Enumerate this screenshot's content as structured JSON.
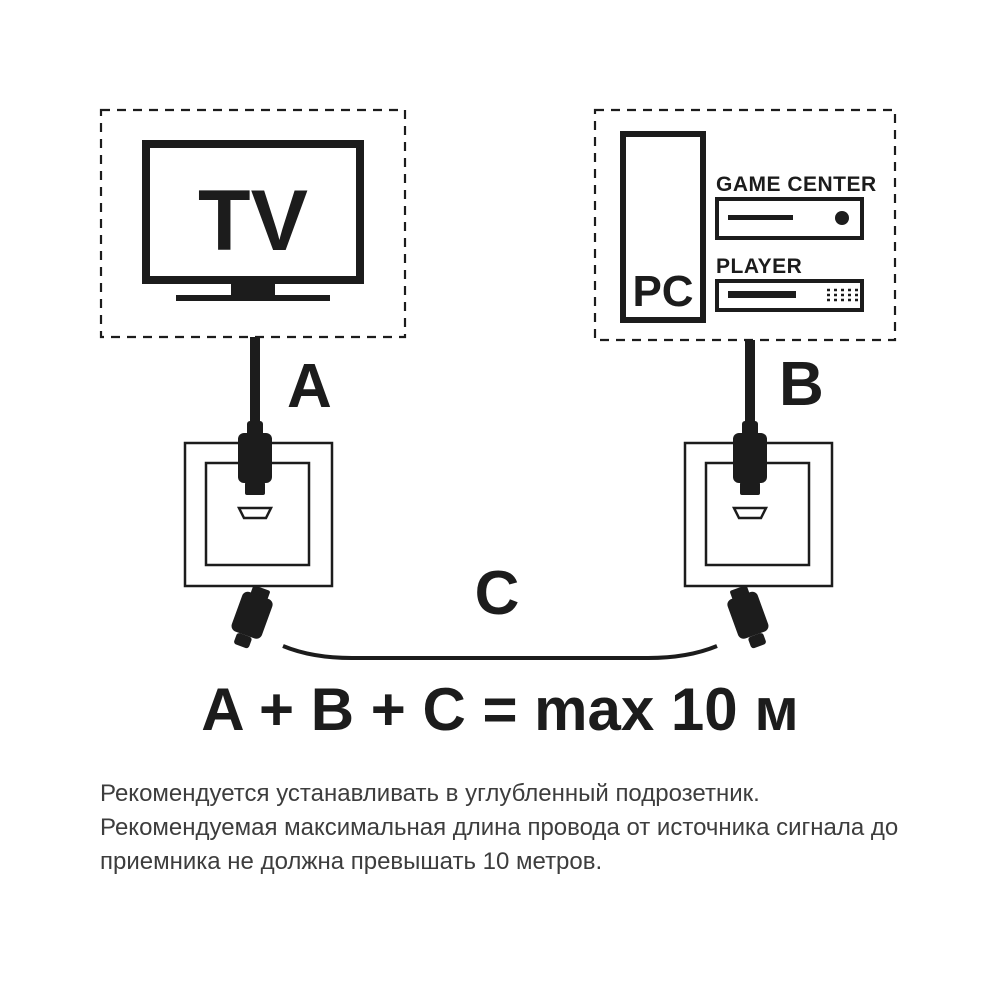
{
  "diagram": {
    "tv_label": "TV",
    "pc_label": "PC",
    "game_center_label": "GAME CENTER",
    "player_label": "PLAYER",
    "cable_a_label": "A",
    "cable_b_label": "B",
    "cable_c_label": "C",
    "formula": "A + B + C = max 10 м"
  },
  "notes": {
    "line1": "Рекомендуется устанавливать в углубленный подрозетник.",
    "line2": "Рекомендуемая максимальная длина провода от источника сигнала до",
    "line3": "приемника не должна превышать 10 метров."
  },
  "colors": {
    "ink": "#1c1c1c",
    "note_text": "#3d3d3d",
    "background": "#ffffff"
  }
}
